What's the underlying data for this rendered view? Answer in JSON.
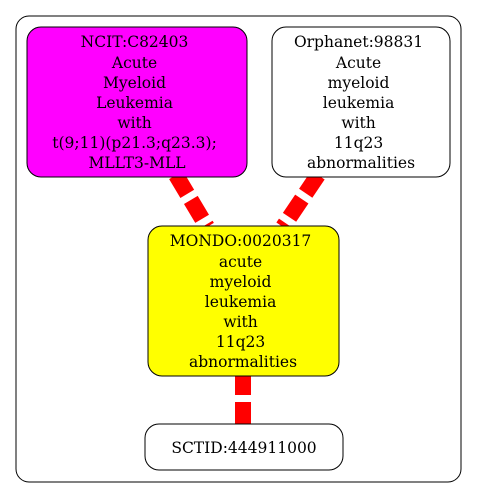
{
  "colors": {
    "edge": "#ff0000",
    "ncit_fill": "#ff00ff",
    "mondo_fill": "#ffff00",
    "default_fill": "#ffffff",
    "stroke": "#000000"
  },
  "nodes": {
    "ncit": {
      "lines": [
        "NCIT:C82403",
        "Acute",
        "Myeloid",
        "Leukemia",
        "with",
        "t(9;11)(p21.3;q23.3);",
        "MLLT3-MLL"
      ]
    },
    "orphanet": {
      "lines": [
        "Orphanet:98831",
        "Acute",
        "myeloid",
        "leukemia",
        "with",
        "11q23",
        "abnormalities"
      ]
    },
    "mondo": {
      "lines": [
        "MONDO:0020317",
        "acute",
        "myeloid",
        "leukemia",
        "with",
        "11q23",
        "abnormalities"
      ]
    },
    "sctid": {
      "lines": [
        "SCTID:444911000"
      ]
    }
  }
}
